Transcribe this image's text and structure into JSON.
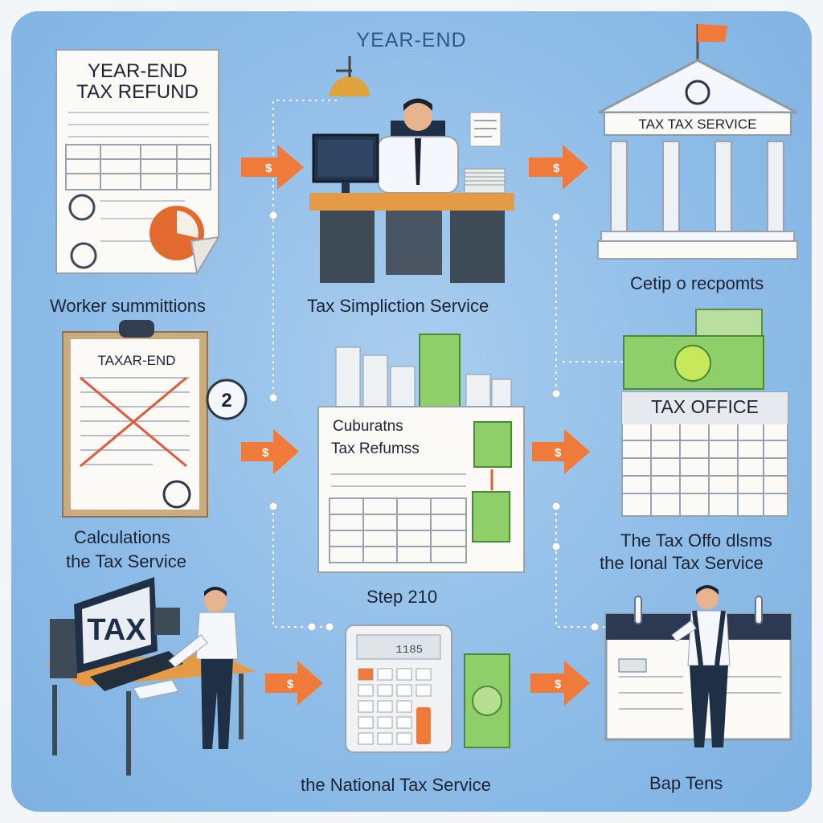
{
  "header": {
    "title": "YEAR-END"
  },
  "steps": {
    "s1": {
      "doc_title_line1": "YEAR-END",
      "doc_title_line2": "TAX REFUND",
      "label": "Worker summittions"
    },
    "s2": {
      "label": "Tax Simpliction Service"
    },
    "s3": {
      "building_sign": "TAX TAX SERVICE",
      "label": "Cetip o recpomts"
    },
    "s4": {
      "clipboard_title": "TAXAR-END",
      "badge": "2",
      "label_line1": "Calculations",
      "label_line2": "the Tax Service"
    },
    "s5": {
      "card_title_line1": "Cuburatns",
      "card_title_line2": "Tax Refumss",
      "label": "Step 210"
    },
    "s6": {
      "office_sign": "TAX OFFICE",
      "label_line1": "The Tax Offo dlsms",
      "label_line2": "the Ional Tax Service"
    },
    "s7": {
      "monitor_text": "TAX"
    },
    "s8": {
      "display": "1185",
      "label": "the National Tax Service"
    },
    "s9": {
      "label": "Bap Tens"
    }
  },
  "arrows": {
    "glyph": "$"
  },
  "colors": {
    "accent": "#f07a3a",
    "money": "#8fcf6a",
    "desk": "#e59a45",
    "background": "#8fbde8",
    "navy": "#1f2f46"
  }
}
